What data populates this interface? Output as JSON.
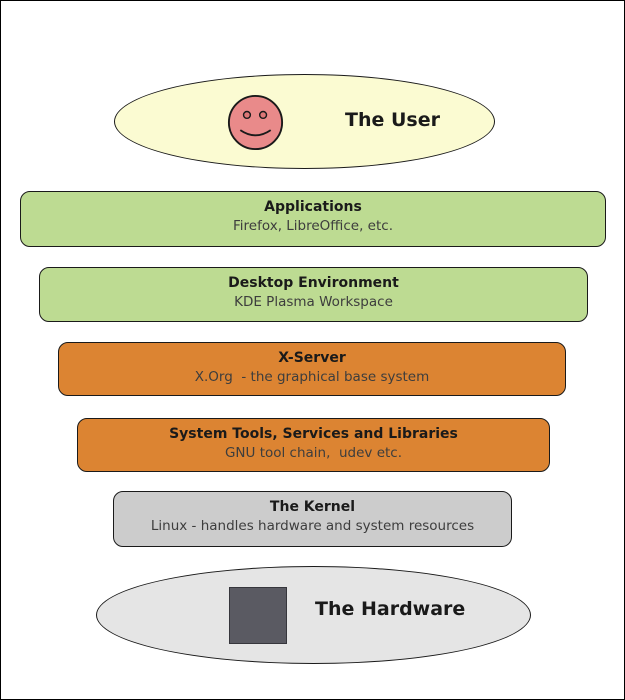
{
  "diagram": {
    "user": {
      "label": "The User",
      "icon": "smiley-face-icon"
    },
    "layers": [
      {
        "title": "Applications",
        "subtitle": "Firefox, LibreOffice, etc.",
        "color": "#BDDB92"
      },
      {
        "title": "Desktop Environment",
        "subtitle": "KDE Plasma Workspace",
        "color": "#BDDB92"
      },
      {
        "title": "X-Server",
        "subtitle": "X.Org  - the graphical base system",
        "color": "#DC8432"
      },
      {
        "title": "System Tools, Services and Libraries",
        "subtitle": "GNU tool chain,  udev etc.",
        "color": "#DC8432"
      },
      {
        "title": "The Kernel",
        "subtitle": "Linux - handles hardware and system resources",
        "color": "#CCCCCC"
      }
    ],
    "hardware": {
      "label": "The Hardware",
      "icon": "chip-icon"
    },
    "colors": {
      "user_ellipse": "#FBFBD2",
      "smiley_face": "#E98A8A",
      "smiley_eye": "#DD7777",
      "hardware_ellipse": "#E5E5E5",
      "chip": "#5A5A62",
      "outline": "#1A1A1A",
      "background": "#FFFFFF"
    }
  }
}
